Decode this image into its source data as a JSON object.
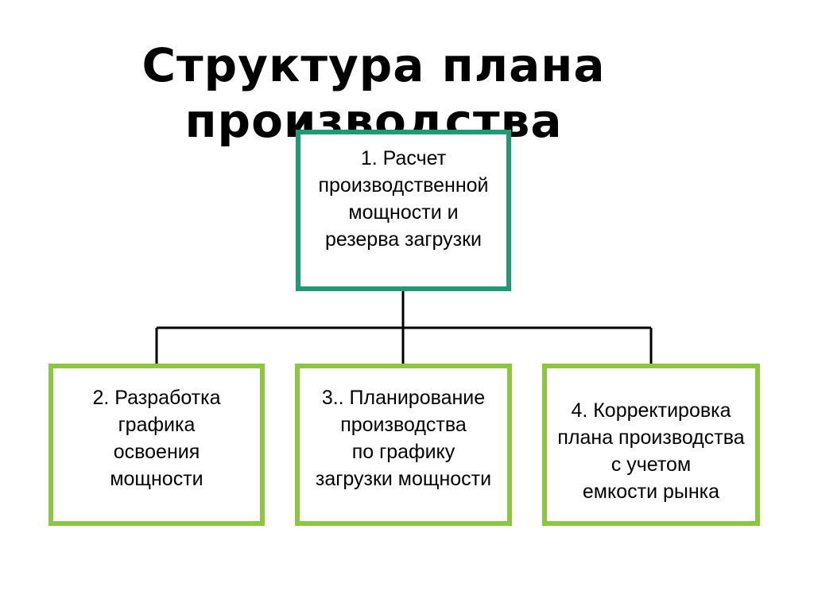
{
  "title": {
    "line1": "Структура плана",
    "line2": "производства"
  },
  "diagram": {
    "root": {
      "text": "1.  Расчет\nпроизводственной\nмощности и\nрезерва загрузки",
      "border_color": "#1f9a74"
    },
    "children": [
      {
        "text": "2. Разработка\nграфика\nосвоения\nмощности",
        "border_color": "#8dc63f"
      },
      {
        "text": "3.. Планирование\nпроизводства\nпо графику\nзагрузки мощности",
        "border_color": "#8dc63f"
      },
      {
        "text": "4. Корректировка\nплана производства\nс учетом\nемкости рынка",
        "border_color": "#8dc63f"
      }
    ]
  }
}
